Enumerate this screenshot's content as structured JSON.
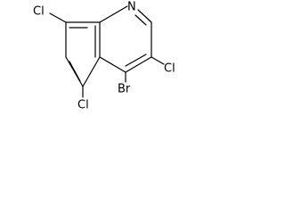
{
  "molecule": {
    "atoms": {
      "n": "N",
      "cl_top_left": "Cl",
      "cl_right": "Cl",
      "cl_bottom_left": "Cl",
      "br": "Br"
    },
    "colors": {
      "bond": "#000000",
      "label": "#000000",
      "background": "#ffffff"
    }
  }
}
